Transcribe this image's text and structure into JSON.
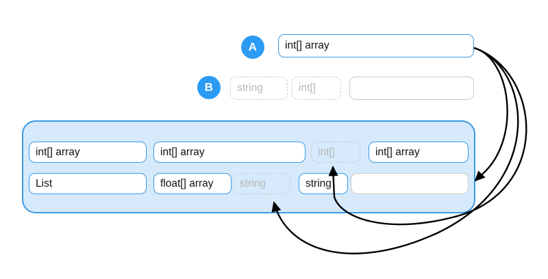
{
  "diagram": {
    "title": "type-slot-assignment-diagram",
    "colors": {
      "accent_blue": "#2b9bf4",
      "slot_border_blue": "#3a9ae8",
      "panel_background": "#d6eafb",
      "ghost_border": "#cccccc",
      "ghost_text": "#b7b7b7",
      "empty_border": "#c9c9c9",
      "arrow": "#000000",
      "page_background": "#ffffff"
    }
  },
  "rows": {
    "a": {
      "badge": "A",
      "slots": [
        {
          "text": "int[] array",
          "state": "filled"
        }
      ]
    },
    "b": {
      "badge": "B",
      "slots": [
        {
          "text": "string",
          "state": "ghost"
        },
        {
          "text": "int[]",
          "state": "ghost"
        },
        {
          "text": "",
          "state": "empty"
        }
      ]
    }
  },
  "panel": {
    "row1": [
      {
        "text": "int[] array",
        "state": "filled"
      },
      {
        "text": "int[] array",
        "state": "filled"
      },
      {
        "text": "int[]",
        "state": "ghost"
      },
      {
        "text": "int[] array",
        "state": "filled"
      }
    ],
    "row2": [
      {
        "text": "List",
        "state": "filled"
      },
      {
        "text": "float[] array",
        "state": "filled"
      },
      {
        "text": "string",
        "state": "ghost"
      },
      {
        "text": "string",
        "state": "filled"
      },
      {
        "text": "",
        "state": "empty"
      }
    ]
  },
  "arrows": [
    {
      "name": "a-to-panel-empty-slot",
      "from": "row-a-slot",
      "to": "panel-row2-empty-slot"
    },
    {
      "name": "a-to-panel-ghost-string",
      "from": "row-a-slot",
      "to": "panel-row2-ghost-string"
    },
    {
      "name": "a-to-panel-ghost-int-array",
      "from": "row-a-slot",
      "to": "panel-row1-ghost-int"
    }
  ]
}
